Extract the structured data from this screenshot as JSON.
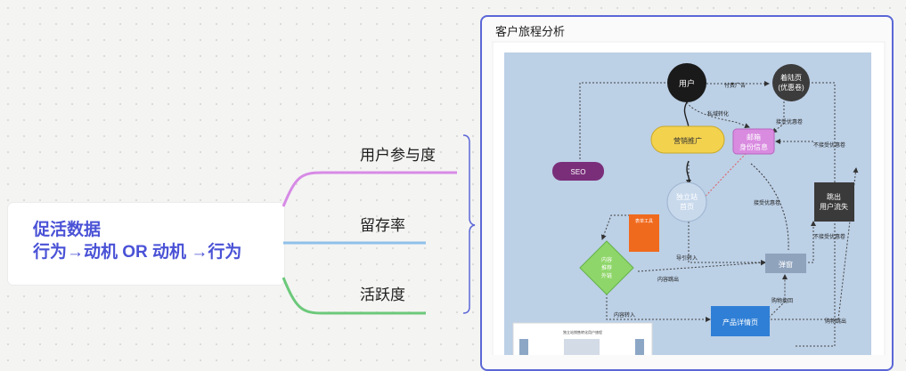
{
  "root": {
    "line1": "促活数据",
    "line2": "行为→动机 OR 动机 →行为"
  },
  "branches": [
    {
      "label": "用户参与度",
      "color": "#d78ae6"
    },
    {
      "label": "留存率",
      "color": "#8fc0ea"
    },
    {
      "label": "活跃度",
      "color": "#6cc97a"
    }
  ],
  "panel": {
    "title": "客户旅程分析"
  },
  "diagram": {
    "user": "用户",
    "landing_line1": "着陆页",
    "landing_line2": "(优惠卷)",
    "paid_ads": "付费广告",
    "private_conv": "私域转化",
    "accept_coupon1": "接受优惠卷",
    "marketing": "营销推广",
    "email_line1": "邮箱",
    "email_line2": "身份信息",
    "reject_coupon1": "不接受优惠卷",
    "seo": "SEO",
    "site_line1": "独立站",
    "site_line2": "首页",
    "accept_coupon2": "接受优惠卷",
    "exit_line1": "跳出",
    "exit_line2": "用户流失",
    "form_tool": "表单工具",
    "reject_coupon2": "不接受优惠卷",
    "content_line1": "内容",
    "content_line2": "推荐",
    "content_line3": "外链",
    "guide_in": "导引转入",
    "popup": "弹窗",
    "content_out": "内容跳出",
    "cart_recover": "购物挽回",
    "content_in": "内容转入",
    "product": "产品详情页",
    "cart_exit": "购物跳出",
    "thumb_title": "独立站销售转化用户旅程"
  }
}
